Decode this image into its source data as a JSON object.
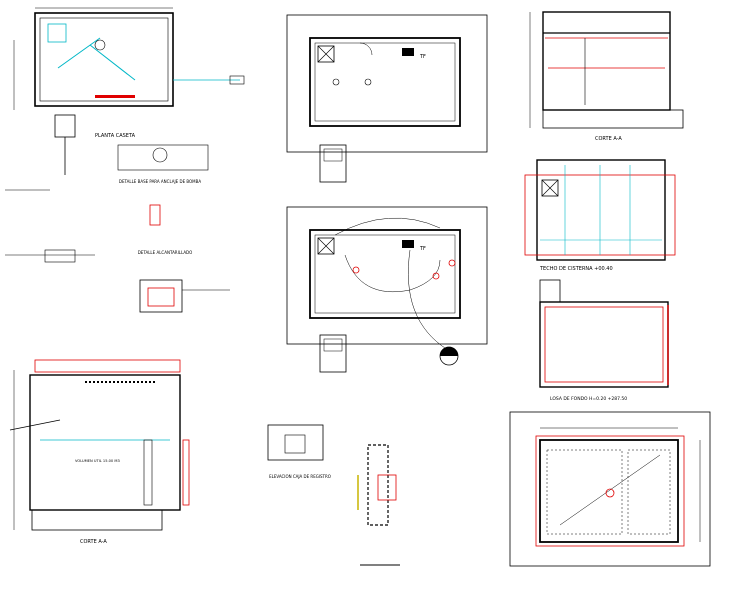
{
  "colors": {
    "ink": "#000000",
    "red": "#e00000",
    "cyan": "#00b7c7",
    "green": "#00a000",
    "magenta": "#d000d0",
    "yellow": "#c8b400"
  },
  "labels": {
    "planta_caseta": "PLANTA CASETA",
    "detalle_base": "DETALLE BASE PARA ANCLAJE DE BOMBA",
    "detalle_alcantarillado": "DETALLE ALCANTARILLADO",
    "corte_a_left": "CORTE A-A",
    "corte_a_top_right": "CORTE A-A",
    "techo_cisterna": "TECHO DE CISTERNA +00.40",
    "losa_fondo": "LOSA DE FONDO H=0.20 +287.50",
    "elevacion_caja": "ELEVACION CAJA DE REGISTRO",
    "tf_upper": "TF",
    "tf_lower": "TF",
    "volumen_label": "VOLUMEN UTIL 15.00 M3"
  }
}
